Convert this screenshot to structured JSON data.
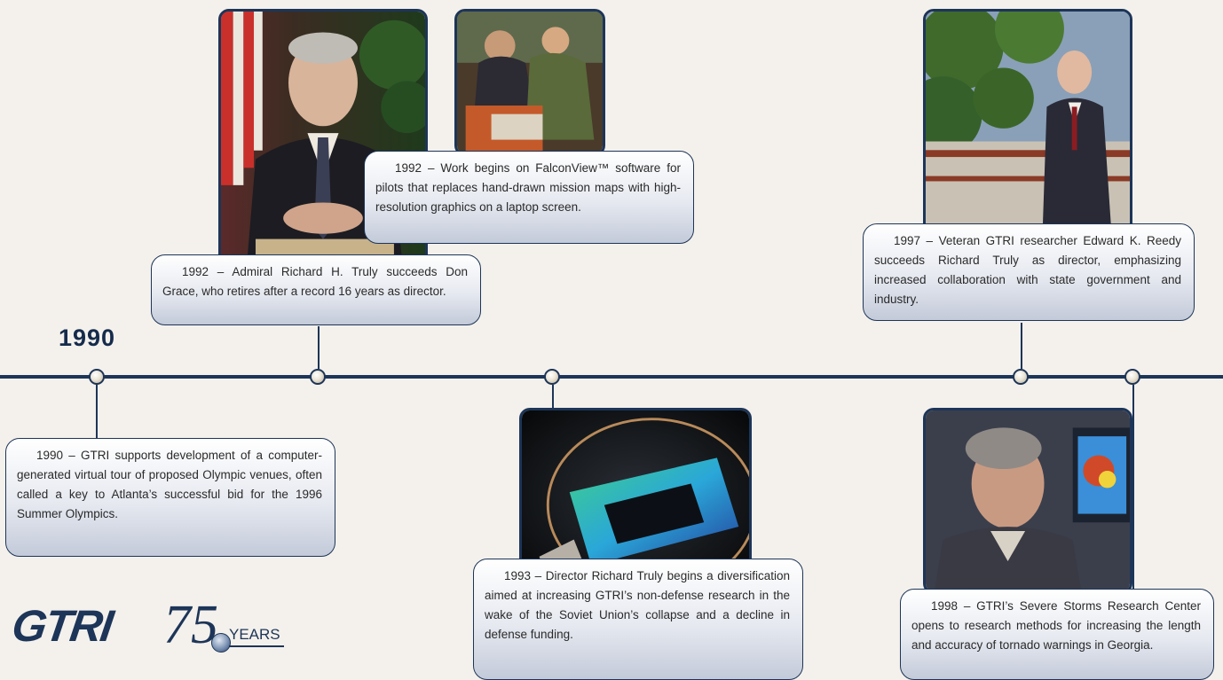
{
  "year_label": "1990",
  "events": [
    {
      "id": "truly-director",
      "text": "1992 – Admiral Richard H. Truly succeeds Don Grace, who retires after a record 16 years as director."
    },
    {
      "id": "falconview",
      "text": "1992 – Work begins on FalconView™ software for pilots that replaces hand-drawn mission maps with high-resolution graphics on a laptop screen."
    },
    {
      "id": "reedy-director",
      "text": "1997 – Veteran GTRI researcher Edward K. Reedy succeeds Richard Truly as director, emphasizing increased collaboration with state government and industry."
    },
    {
      "id": "olympic-tour",
      "text": "1990 – GTRI supports development of a computer-generated virtual tour of proposed Olympic venues, often called a key to Atlanta’s successful bid for the 1996 Summer Olympics."
    },
    {
      "id": "diversification",
      "text": "1993 – Director Richard Truly begins a diversification aimed at increasing GTRI’s non-defense research in the wake of the Soviet Union’s collapse and a decline in defense funding."
    },
    {
      "id": "severe-storms",
      "text": "1998 – GTRI’s Severe Storms Research Center opens to research methods for increasing the length and accuracy of tornado warnings in Georgia."
    }
  ],
  "logo": {
    "wordmark": "GTRI",
    "number": "75",
    "suffix": "YEARS"
  },
  "colors": {
    "navy": "#1d3558",
    "background": "#f4f1ec",
    "callout_fill": "#e6e9f0"
  }
}
